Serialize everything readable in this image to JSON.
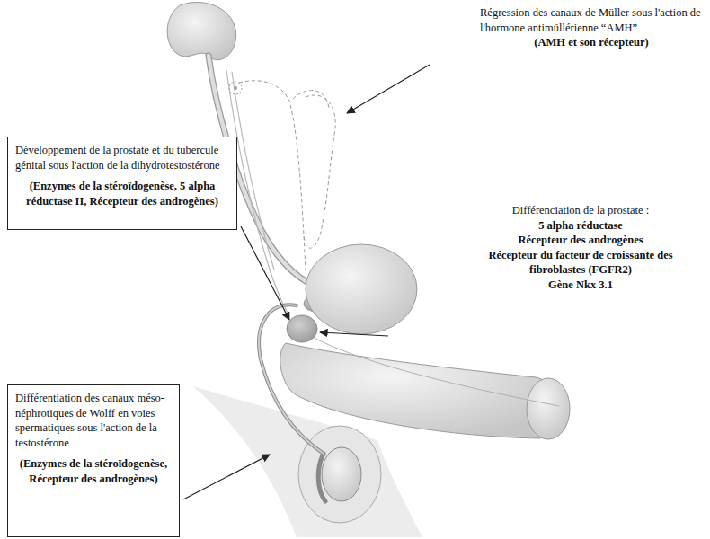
{
  "diagram": {
    "nodes": [
      {
        "text": [
          "Développement de la prostate et du tubercule génital sous l'action de la dihydrotestostérone",
          "(Enzymes de la stéroïdogenèse, 5 alpha réductase II, Récepteur des androgènes)"
        ]
      },
      {
        "text": [
          "Différentiation des canaux méso-néphrotiques de Wolff en voies spermatiques sous l'action de la testostérone",
          "(Enzymes de la stéroïdogenèse, Récepteur des androgènes)"
        ]
      }
    ],
    "labels": [
      "Régression des canaux de Müller sous l'action de l'hormone antimüllérienne “AMH”",
      "(AMH et son récepteur)",
      "Différenciation de la prostate :",
      "5 alpha réductase",
      "Récepteur des androgènes",
      "Récepteur du facteur de croissante des fibroblastes (FGFR2)",
      "Gène Nkx 3.1"
    ]
  }
}
